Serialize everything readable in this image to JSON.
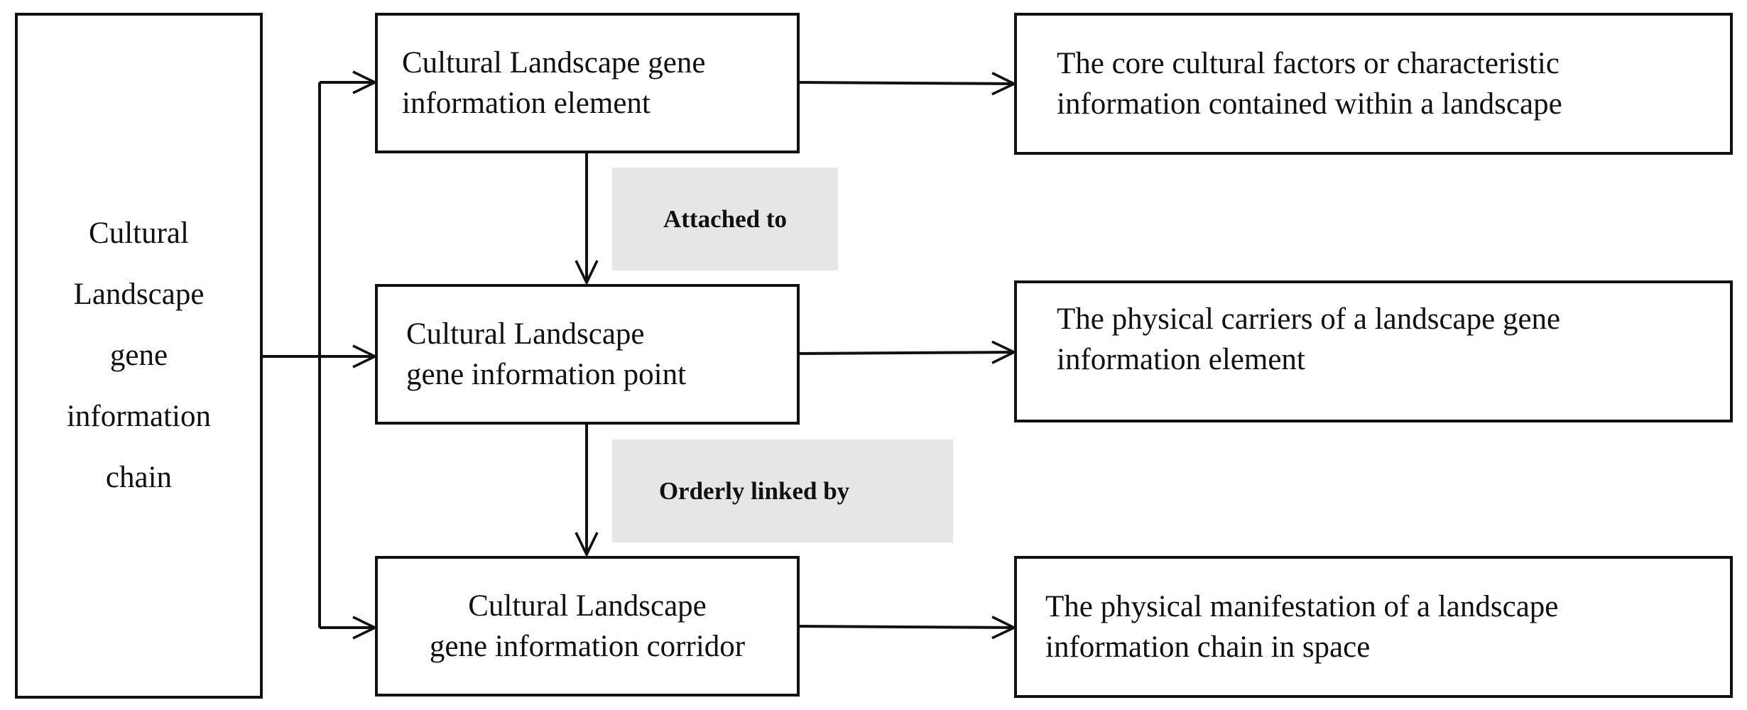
{
  "chain": {
    "label": "Cultural Landscape gene information chain",
    "lines": [
      "Cultural",
      "Landscape",
      "gene",
      "information",
      "chain"
    ]
  },
  "levels": [
    {
      "name_lines": [
        "Cultural Landscape gene",
        "information element"
      ],
      "definition_lines": [
        "The core cultural factors or characteristic",
        "information contained within a landscape"
      ]
    },
    {
      "name_lines": [
        "Cultural Landscape",
        "gene information point"
      ],
      "definition_lines": [
        "The physical carriers of a landscape gene",
        "information element"
      ]
    },
    {
      "name_lines": [
        "Cultural Landscape",
        "gene information corridor"
      ],
      "definition_lines": [
        "The physical manifestation of a landscape",
        "information chain in space"
      ]
    }
  ],
  "relations": [
    {
      "label": "Attached to"
    },
    {
      "label": "Orderly linked by"
    }
  ]
}
